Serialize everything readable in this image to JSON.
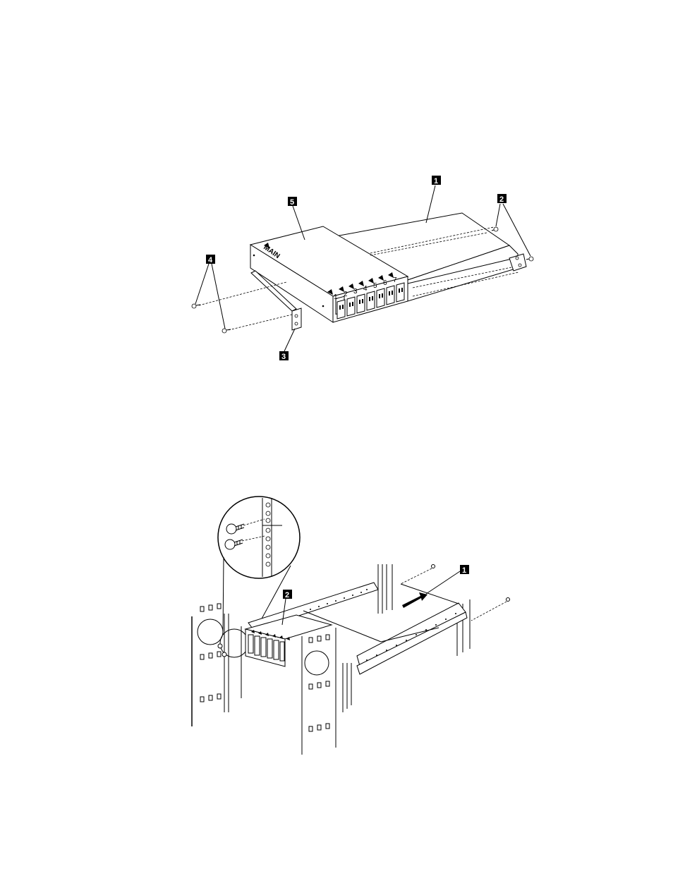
{
  "figure1": {
    "callouts": [
      "1",
      "2",
      "3",
      "4",
      "5"
    ],
    "outlet_numbers": [
      "1",
      "2",
      "3",
      "4",
      "5",
      "6",
      "7"
    ],
    "main_label": "MAIN"
  },
  "figure2": {
    "callouts": [
      "1",
      "2"
    ]
  }
}
